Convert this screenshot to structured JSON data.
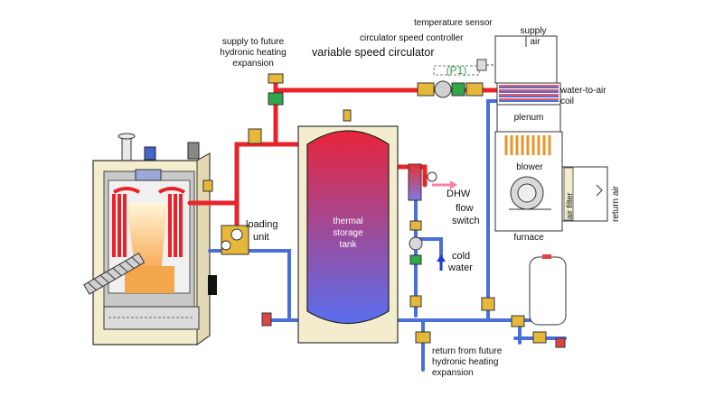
{
  "labels": {
    "supply_future_1": "supply to future",
    "supply_future_2": "hydronic heating",
    "supply_future_3": "expansion",
    "temperature_sensor": "temperature sensor",
    "circulator_speed_controller": "circulator speed controller",
    "supply_air_1": "supply",
    "supply_air_2": "air",
    "variable_speed_circulator": "variable speed circulator",
    "p1": "(P1)",
    "coil_1": "water-to-air",
    "coil_2": "coil",
    "plenum": "plenum",
    "furnace": "furnace",
    "blower": "blower",
    "air_filter": "air filter",
    "return_air": "return air",
    "loading_unit_1": "loading",
    "loading_unit_2": "unit",
    "tank_1": "thermal",
    "tank_2": "storage",
    "tank_3": "tank",
    "dhw": "DHW",
    "flow_switch_1": "flow",
    "flow_switch_2": "switch",
    "cold_water_1": "cold",
    "cold_water_2": "water",
    "return_future_1": "return from future",
    "return_future_2": "hydronic heating",
    "return_future_3": "expansion"
  },
  "colors": {
    "hot": "#e8242a",
    "cold": "#4a6fd8",
    "tank_top": "#e8243a",
    "tank_bottom": "#5a6ff0",
    "boiler_gray": "#b8b8b8",
    "cabinet": "#f3eccd",
    "valve_brass": "#e5b83a",
    "circulator_green": "#2fa84a"
  }
}
